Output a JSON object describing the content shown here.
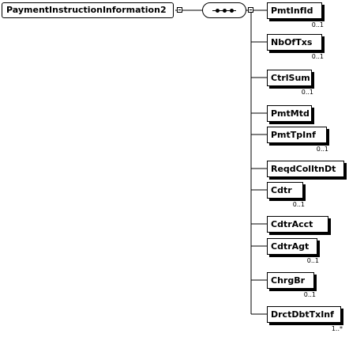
{
  "root": {
    "label": "PaymentInstructionInformation2"
  },
  "compositor": {
    "type": "sequence",
    "icon": "sequence-compositor-icon"
  },
  "elements": [
    {
      "label": "PmtInfId",
      "multiplicity": "0..1"
    },
    {
      "label": "NbOfTxs",
      "multiplicity": "0..1"
    },
    {
      "label": "CtrlSum",
      "multiplicity": "0..1"
    },
    {
      "label": "PmtMtd",
      "multiplicity": ""
    },
    {
      "label": "PmtTpInf",
      "multiplicity": "0..1"
    },
    {
      "label": "ReqdColltnDt",
      "multiplicity": ""
    },
    {
      "label": "Cdtr",
      "multiplicity": "0..1"
    },
    {
      "label": "CdtrAcct",
      "multiplicity": ""
    },
    {
      "label": "CdtrAgt",
      "multiplicity": "0..1"
    },
    {
      "label": "ChrgBr",
      "multiplicity": "0..1"
    },
    {
      "label": "DrctDbtTxInf",
      "multiplicity": "1..*"
    }
  ]
}
